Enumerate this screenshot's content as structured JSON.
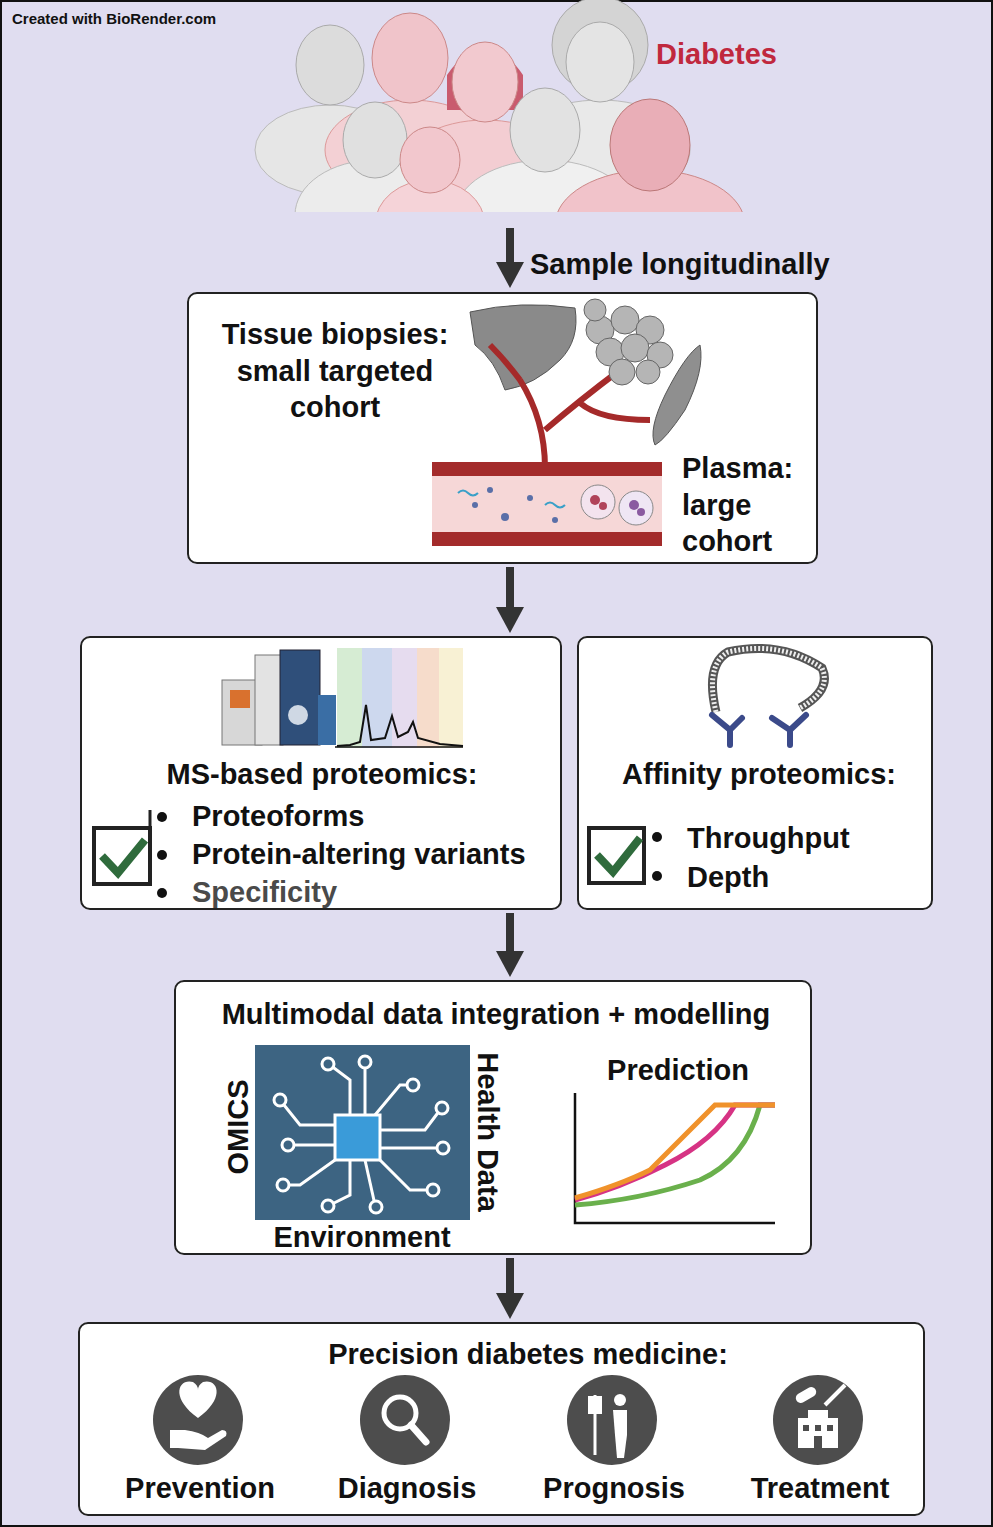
{
  "diagram": {
    "nodes": [
      {
        "text": [
          "Tissue biopsies: small targeted cohort",
          "Plasma: large cohort"
        ]
      },
      {
        "text": [
          "MS-based proteomics:",
          "Proteoforms",
          "Protein-altering variants",
          "Specificity"
        ]
      },
      {
        "text": [
          "Affinity proteomics:",
          "Throughput",
          "Depth"
        ]
      },
      {
        "text": [
          "Multimodal data integration + modelling",
          "OMICS",
          "Health Data",
          "Environment",
          "Prediction"
        ]
      },
      {
        "text": [
          "Precision diabetes medicine:",
          "Prevention",
          "Diagnosis",
          "Prognosis",
          "Treatment"
        ]
      }
    ],
    "edges": [
      {
        "from": 0,
        "to": 1,
        "arrow": "to"
      },
      {
        "from": 1,
        "to": 3,
        "arrow": "to"
      },
      {
        "from": 3,
        "to": 4,
        "arrow": "to"
      }
    ],
    "labels": [
      "Created with BioRender.com",
      "Diabetes",
      "Sample longitudinally"
    ]
  }
}
